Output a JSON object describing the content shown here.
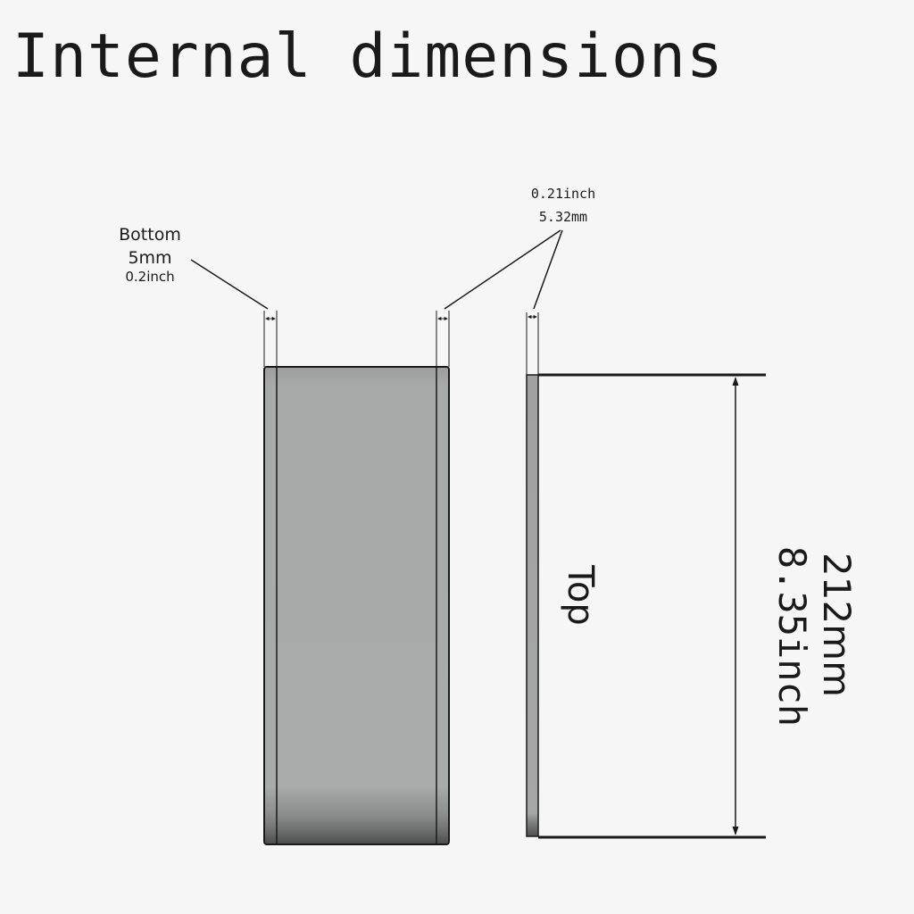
{
  "title": "Internal dimensions",
  "bottom_callout": {
    "label": "Bottom",
    "metric": "5mm",
    "imperial": "0.2inch"
  },
  "side_callout": {
    "imperial": "0.21inch",
    "metric": "5.32mm"
  },
  "side_label": "Top",
  "height_dimension": {
    "metric": "212mm",
    "imperial": "8.35inch"
  },
  "colors": {
    "background": "#f6f6f6",
    "panel_gray": "#a7a8a8",
    "outline": "#1a1a1a"
  }
}
